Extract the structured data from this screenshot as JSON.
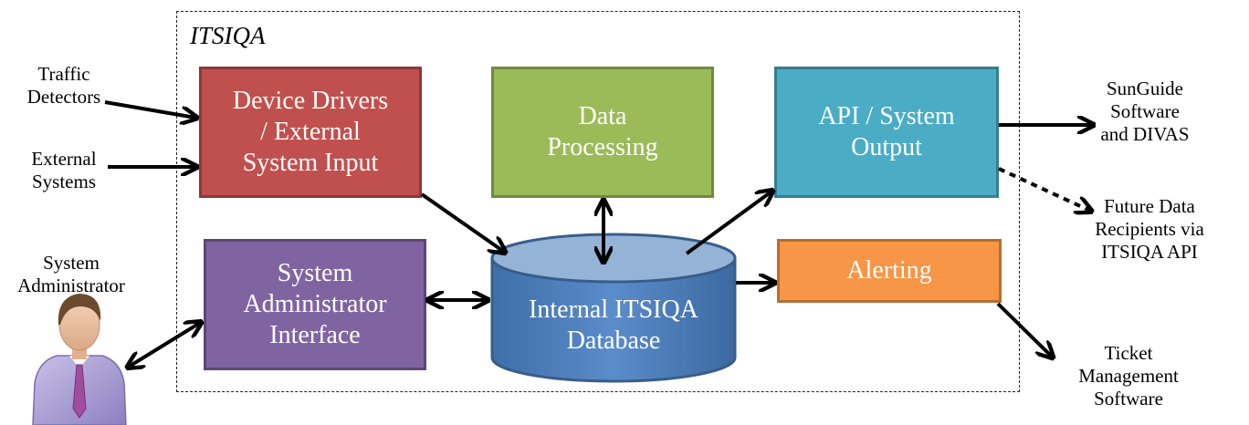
{
  "system": {
    "title": "ITSIQA"
  },
  "boxes": {
    "device_drivers": {
      "label": "Device Drivers\n/ External\nSystem Input",
      "fill": "#c0504d",
      "border": "#8c3836"
    },
    "data_processing": {
      "label": "Data\nProcessing",
      "fill": "#9bbb59",
      "border": "#71893f"
    },
    "api_output": {
      "label": "API / System\nOutput",
      "fill": "#4bacc6",
      "border": "#357d91"
    },
    "admin_interface": {
      "label": "System\nAdministrator\nInterface",
      "fill": "#8064a2",
      "border": "#5c4776"
    },
    "alerting": {
      "label": "Alerting",
      "fill": "#f79646",
      "border": "#b66d31"
    },
    "database": {
      "label": "Internal ITSIQA\nDatabase",
      "fill": "#4f81bd",
      "border": "#385d8a"
    }
  },
  "external": {
    "traffic_detectors": "Traffic\nDetectors",
    "external_systems": "External\nSystems",
    "system_administrator": "System\nAdministrator",
    "sunguide": "SunGuide\nSoftware\nand DIVAS",
    "future_recipients": "Future Data\nRecipients via\nITSIQA API",
    "ticket_management": "Ticket\nManagement\nSoftware"
  }
}
